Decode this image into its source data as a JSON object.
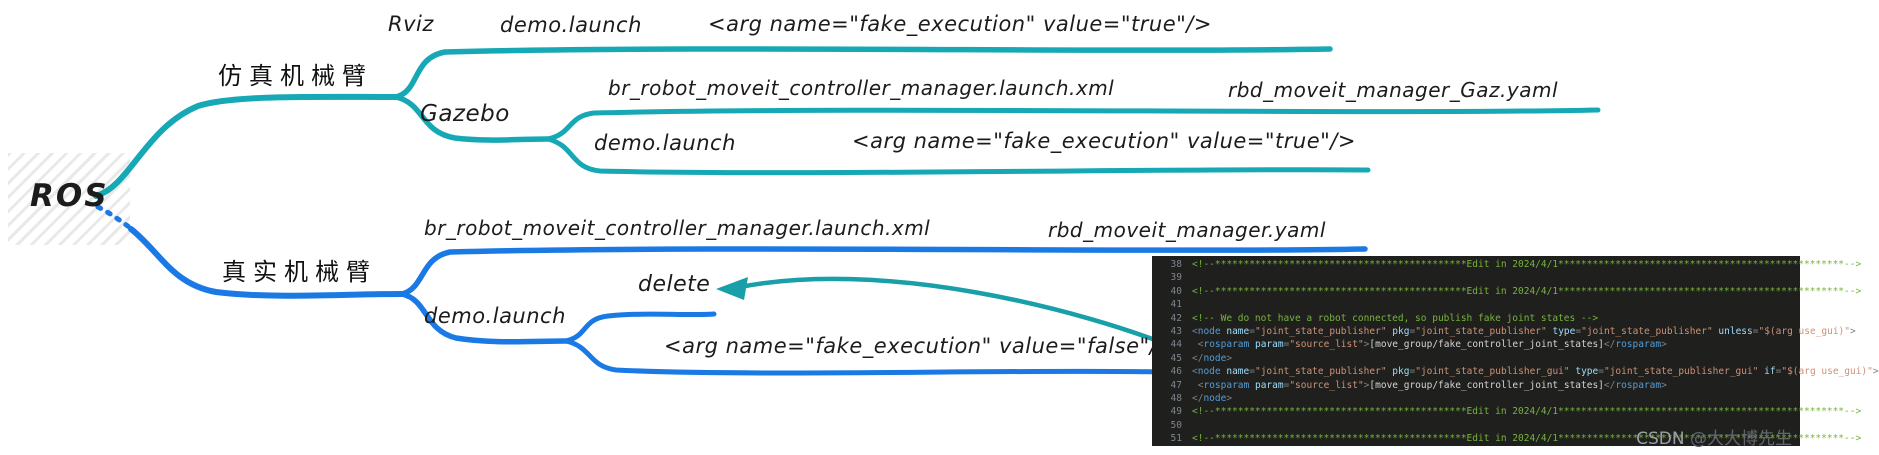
{
  "mindmap": {
    "root": "ROS",
    "colors": {
      "sim_branch": "#17a8b5",
      "real_branch": "#1b79e6",
      "arrow": "#189fa7",
      "label_text": "#1c1c1c"
    },
    "labels": {
      "root": "ROS",
      "sim": "仿真机械臂",
      "rviz": "Rviz",
      "rviz_demo": "demo.launch",
      "rviz_arg": "<arg name=\"fake_execution\" value=\"true\"/>",
      "gazebo": "Gazebo",
      "gz_launchxml": "br_robot_moveit_controller_manager.launch.xml",
      "gz_yaml": "rbd_moveit_manager_Gaz.yaml",
      "gz_demo": "demo.launch",
      "gz_arg": "<arg name=\"fake_execution\" value=\"true\"/>",
      "real": "真实机械臂",
      "real_launchxml": "br_robot_moveit_controller_manager.launch.xml",
      "real_yaml": "rbd_moveit_manager.yaml",
      "real_demo": "demo.launch",
      "delete": "delete",
      "real_arg": "<arg name=\"fake_execution\" value=\"false\"/>"
    }
  },
  "editor": {
    "background": "#1f201d",
    "token_colors": {
      "comment": "#77b33e",
      "tag": "#569cd6",
      "attribute": "#9cdcfe",
      "value": "#ce9178",
      "punctuation": "#808080",
      "text": "#d4d4d4",
      "line_number": "#7d8590"
    },
    "lines": [
      {
        "n": 38,
        "t": [
          [
            "c",
            "<!--********************************************Edit in 2024/4/1**************************************************-->"
          ]
        ]
      },
      {
        "n": 39,
        "t": []
      },
      {
        "n": 40,
        "t": [
          [
            "c",
            "<!--********************************************Edit in 2024/4/1**************************************************-->"
          ]
        ]
      },
      {
        "n": 41,
        "t": []
      },
      {
        "n": 42,
        "t": [
          [
            "c",
            "<!-- We do not have a robot connected, so publish fake joint states -->"
          ]
        ]
      },
      {
        "n": 43,
        "t": [
          [
            "p",
            "<"
          ],
          [
            "t",
            "node"
          ],
          [
            "x",
            " "
          ],
          [
            "a",
            "name"
          ],
          [
            "p",
            "="
          ],
          [
            "v",
            "\"joint_state_publisher\""
          ],
          [
            "x",
            " "
          ],
          [
            "a",
            "pkg"
          ],
          [
            "p",
            "="
          ],
          [
            "v",
            "\"joint_state_publisher\""
          ],
          [
            "x",
            " "
          ],
          [
            "a",
            "type"
          ],
          [
            "p",
            "="
          ],
          [
            "v",
            "\"joint_state_publisher\""
          ],
          [
            "x",
            " "
          ],
          [
            "a",
            "unless"
          ],
          [
            "p",
            "="
          ],
          [
            "v",
            "\"$(arg use_gui)\""
          ],
          [
            "p",
            ">"
          ]
        ]
      },
      {
        "n": 44,
        "t": [
          [
            "x",
            " "
          ],
          [
            "p",
            "<"
          ],
          [
            "t",
            "rosparam"
          ],
          [
            "x",
            " "
          ],
          [
            "a",
            "param"
          ],
          [
            "p",
            "="
          ],
          [
            "v",
            "\"source_list\""
          ],
          [
            "p",
            ">"
          ],
          [
            "x",
            "[move_group/fake_controller_joint_states]"
          ],
          [
            "p",
            "</"
          ],
          [
            "t",
            "rosparam"
          ],
          [
            "p",
            ">"
          ]
        ]
      },
      {
        "n": 45,
        "t": [
          [
            "p",
            "</"
          ],
          [
            "t",
            "node"
          ],
          [
            "p",
            ">"
          ]
        ]
      },
      {
        "n": 46,
        "t": [
          [
            "p",
            "<"
          ],
          [
            "t",
            "node"
          ],
          [
            "x",
            " "
          ],
          [
            "a",
            "name"
          ],
          [
            "p",
            "="
          ],
          [
            "v",
            "\"joint_state_publisher\""
          ],
          [
            "x",
            " "
          ],
          [
            "a",
            "pkg"
          ],
          [
            "p",
            "="
          ],
          [
            "v",
            "\"joint_state_publisher_gui\""
          ],
          [
            "x",
            " "
          ],
          [
            "a",
            "type"
          ],
          [
            "p",
            "="
          ],
          [
            "v",
            "\"joint_state_publisher_gui\""
          ],
          [
            "x",
            " "
          ],
          [
            "a",
            "if"
          ],
          [
            "p",
            "="
          ],
          [
            "v",
            "\"$(arg use_gui)\""
          ],
          [
            "p",
            ">"
          ]
        ]
      },
      {
        "n": 47,
        "t": [
          [
            "x",
            " "
          ],
          [
            "p",
            "<"
          ],
          [
            "t",
            "rosparam"
          ],
          [
            "x",
            " "
          ],
          [
            "a",
            "param"
          ],
          [
            "p",
            "="
          ],
          [
            "v",
            "\"source_list\""
          ],
          [
            "p",
            ">"
          ],
          [
            "x",
            "[move_group/fake_controller_joint_states]"
          ],
          [
            "p",
            "</"
          ],
          [
            "t",
            "rosparam"
          ],
          [
            "p",
            ">"
          ]
        ]
      },
      {
        "n": 48,
        "t": [
          [
            "p",
            "</"
          ],
          [
            "t",
            "node"
          ],
          [
            "p",
            ">"
          ]
        ]
      },
      {
        "n": 49,
        "t": [
          [
            "c",
            "<!--********************************************Edit in 2024/4/1**************************************************-->"
          ]
        ]
      },
      {
        "n": 50,
        "t": []
      },
      {
        "n": 51,
        "t": [
          [
            "c",
            "<!--********************************************Edit in 2024/4/1**************************************************-->"
          ]
        ]
      }
    ]
  },
  "watermark": {
    "prefix": "CSDN ",
    "handle": "@大大博先生"
  }
}
